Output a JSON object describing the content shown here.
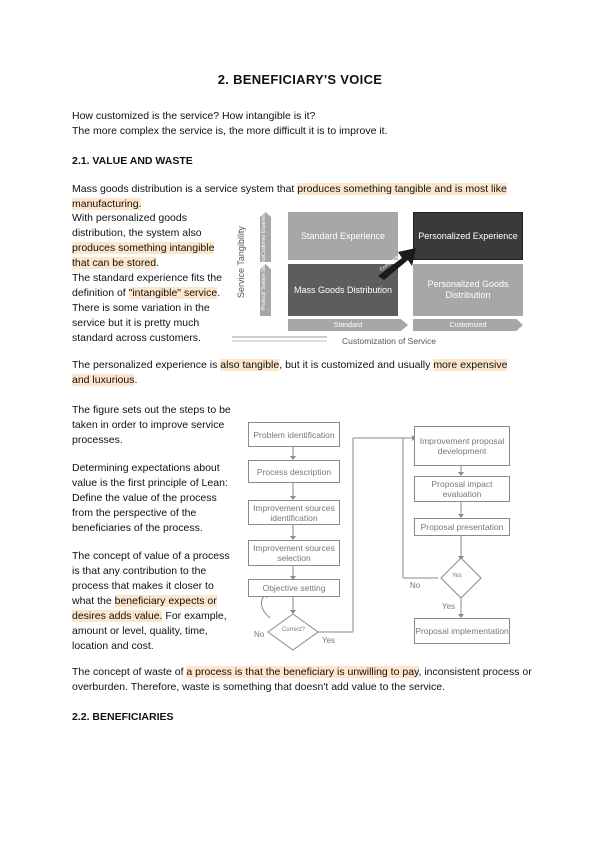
{
  "title": "2. BENEFICIARY'S VOICE",
  "intro": {
    "line1": "How customized is the service? How intangible is it?",
    "line2": "The more complex the service is, the more difficult it is to improve it."
  },
  "section_21": {
    "heading": "2.1. VALUE AND WASTE",
    "para1_a": "Mass goods distribution is a service system that ",
    "para1_hl": "produces something tangible and is most like manufacturing.",
    "para2_a": "With personalized goods distribution, the system also ",
    "para2_hl": "produces something intangible that can be stored",
    "para2_b": ".",
    "para3_a": "The standard experience fits the definition of ",
    "para3_hl": "\"intangible\" service",
    "para3_b": ". There is some variation in the service but it is pretty much standard across customers.",
    "para4_a": "The personalized experience is ",
    "para4_hl1": "also tangible",
    "para4_b": ", but it is customized and usually ",
    "para4_hl2": "more expensive and luxurious",
    "para4_c": "."
  },
  "matrix_figure": {
    "y_axis": "Service Tangibility",
    "x_axis": "Customization of Service",
    "y_top": "Customer Experience",
    "y_bottom": "Product/ System Service",
    "x_left": "Standard",
    "x_right": "Customized",
    "cell_tl": "Standard Experience",
    "cell_tr": "Personalized Experience",
    "cell_bl": "Mass Goods Distribution",
    "cell_br": "Personalized Goods Distribution",
    "arrow_label": "Complexity"
  },
  "left_column": {
    "p1": "The figure sets out the steps to be taken in order to improve service processes.",
    "p2": "Determining expectations about value is the first principle of Lean: Define the value of the process from the perspective of the beneficiaries of the process.",
    "p3_a": "The concept of value of a process is that any contribution to the process that makes it closer to what the ",
    "p3_hl": "beneficiary expects or desires adds value.",
    "p3_b": " For example, amount or level, quality, time, location and cost."
  },
  "flowchart": {
    "b1": "Problem identification",
    "b2": "Process description",
    "b3": "Improvement sources identification",
    "b4": "Improvement sources selection",
    "b5": "Objective setting",
    "d1": "Correct?",
    "no1": "No",
    "yes1": "Yes",
    "r1": "Improvement proposal development",
    "r2": "Proposal impact evaluation",
    "r3": "Proposal presentation",
    "d2": "Yes",
    "no2": "No",
    "yes2": "Yes",
    "r4": "Proposal implementation"
  },
  "waste": {
    "a": "The concept of waste of ",
    "hl": "a process is that the beneficiary is unwilling to pay",
    "b": ", inconsistent process or overburden. Therefore, waste is something that doesn't add value to the service."
  },
  "section_22": {
    "heading": "2.2. BENEFICIARIES"
  }
}
